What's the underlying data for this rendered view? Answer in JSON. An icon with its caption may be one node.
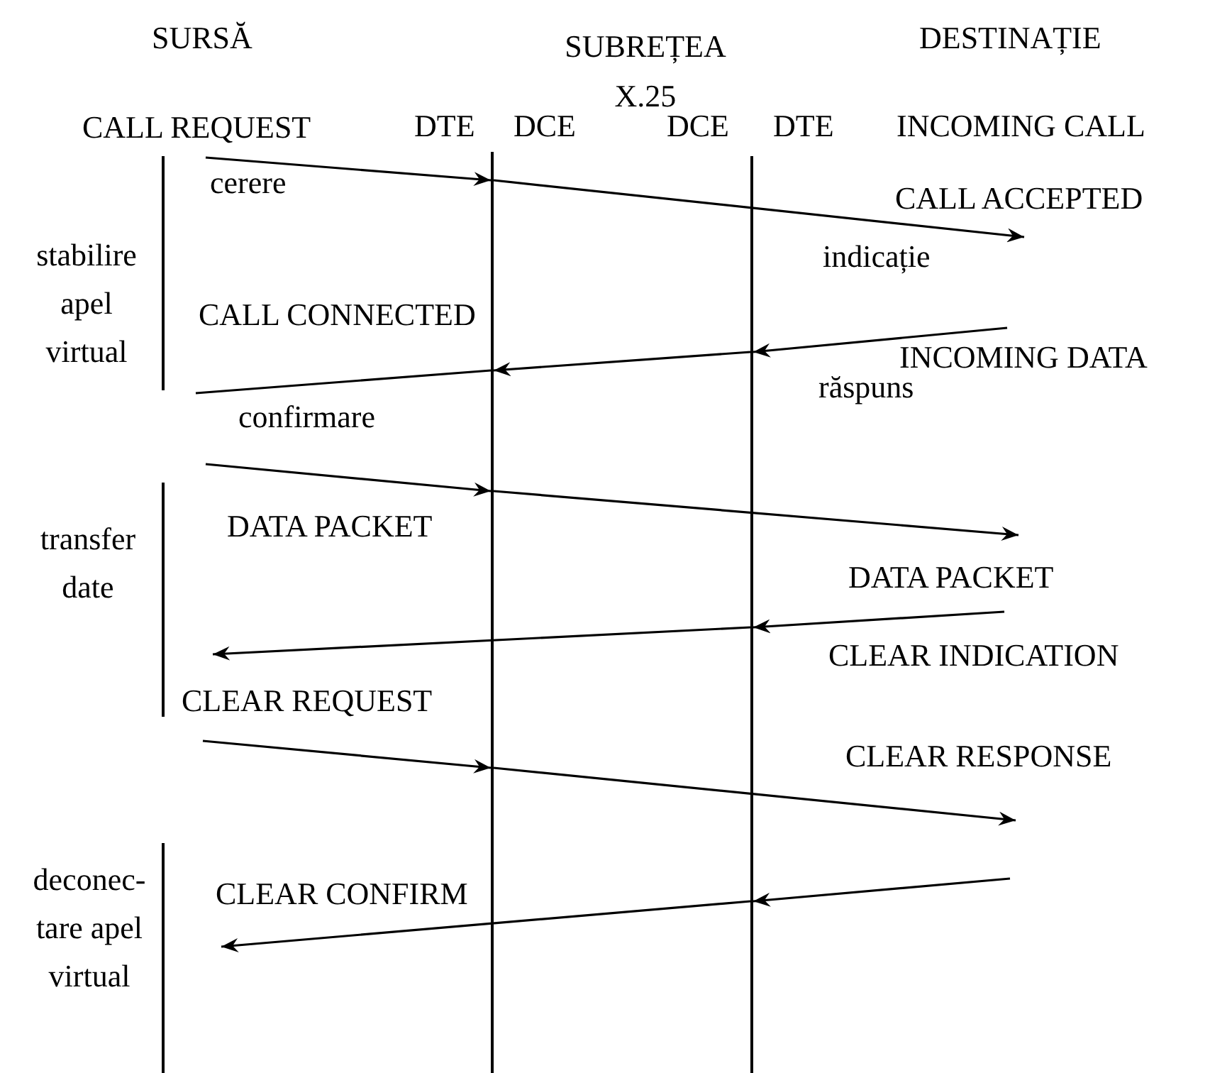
{
  "diagram": {
    "nodes": [
      {
        "text": [],
        "shape": "line"
      },
      {
        "text": [],
        "shape": "line"
      }
    ],
    "edges": [
      {
        "from": null,
        "to": 0,
        "arrow": "to"
      },
      {
        "from": 0,
        "to": null,
        "arrow": "to"
      },
      {
        "from": null,
        "to": 1,
        "arrow": "to"
      },
      {
        "from": 1,
        "to": 0,
        "arrow": "to"
      },
      {
        "from": 0,
        "to": null,
        "arrow": "none"
      },
      {
        "from": null,
        "to": 0,
        "arrow": "to"
      },
      {
        "from": 0,
        "to": null,
        "arrow": "to"
      },
      {
        "from": null,
        "to": 1,
        "arrow": "to"
      },
      {
        "from": 1,
        "to": null,
        "arrow": "to"
      },
      {
        "from": null,
        "to": 0,
        "arrow": "to"
      },
      {
        "from": 0,
        "to": null,
        "arrow": "to"
      },
      {
        "from": null,
        "to": 1,
        "arrow": "to"
      },
      {
        "from": 1,
        "to": null,
        "arrow": "to"
      }
    ],
    "labels": [
      "SURSĂ",
      "SUBREȚEA X.25",
      "DESTINAȚIE",
      "CALL REQUEST",
      "DTE",
      "DCE",
      "DCE",
      "DTE",
      "INCOMING CALL",
      "cerere",
      "CALL ACCEPTED",
      "stabilire apel virtual",
      "indicație",
      "CALL CONNECTED",
      "INCOMING DATA",
      "răspuns",
      "confirmare",
      "transfer date",
      "DATA PACKET",
      "DATA PACKET",
      "CLEAR INDICATION",
      "CLEAR REQUEST",
      "CLEAR RESPONSE",
      "deconec-tare apel virtual",
      "CLEAR CONFIRM"
    ]
  }
}
